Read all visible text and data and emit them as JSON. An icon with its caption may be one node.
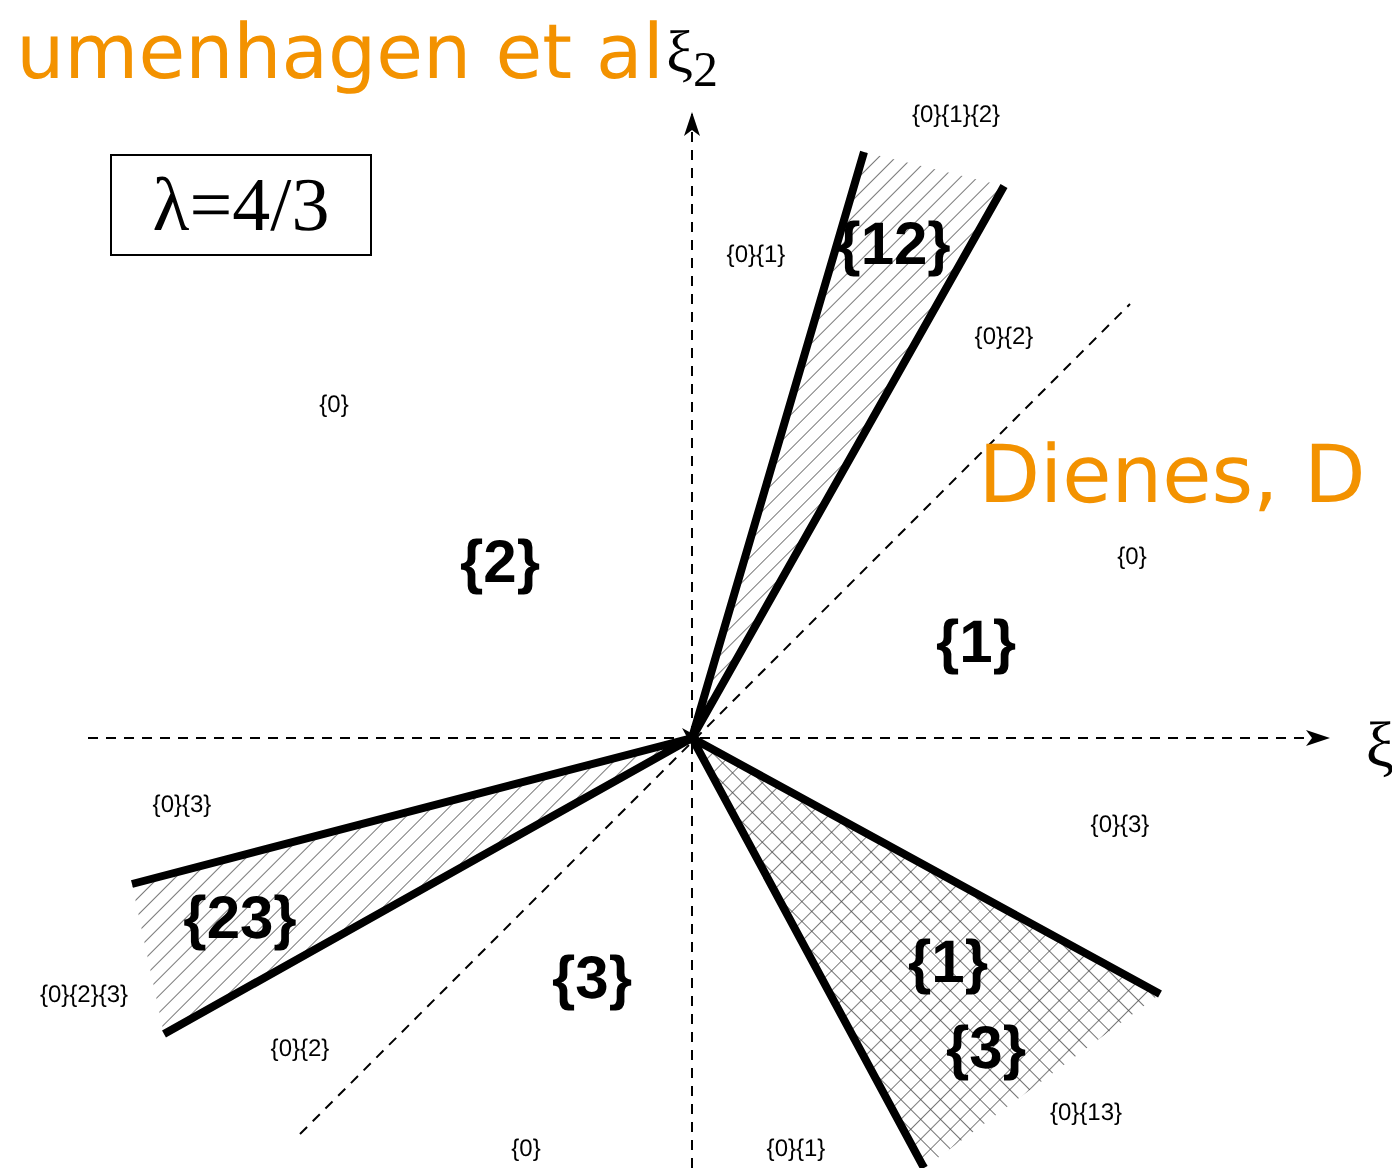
{
  "diagram": {
    "nodes": [
      {
        "text": [
          "λ=4/3"
        ]
      }
    ],
    "edges": [],
    "labels": [
      "umenhagen et al",
      "ξ$_{2}$",
      "{0}{1}{2}",
      "{0}{1}",
      "{12}",
      "{0}{2}",
      "{0}",
      "Dienes, D",
      "{2}",
      "{0}",
      "{1}",
      "ξ",
      "{0}{3}",
      "{0}{3}",
      "{23}",
      "{1}",
      "{3}",
      "{0}{2}{3}",
      "{3}",
      "{0}{2}",
      "{0}{13}",
      "{0}",
      "{0}{1}"
    ]
  }
}
